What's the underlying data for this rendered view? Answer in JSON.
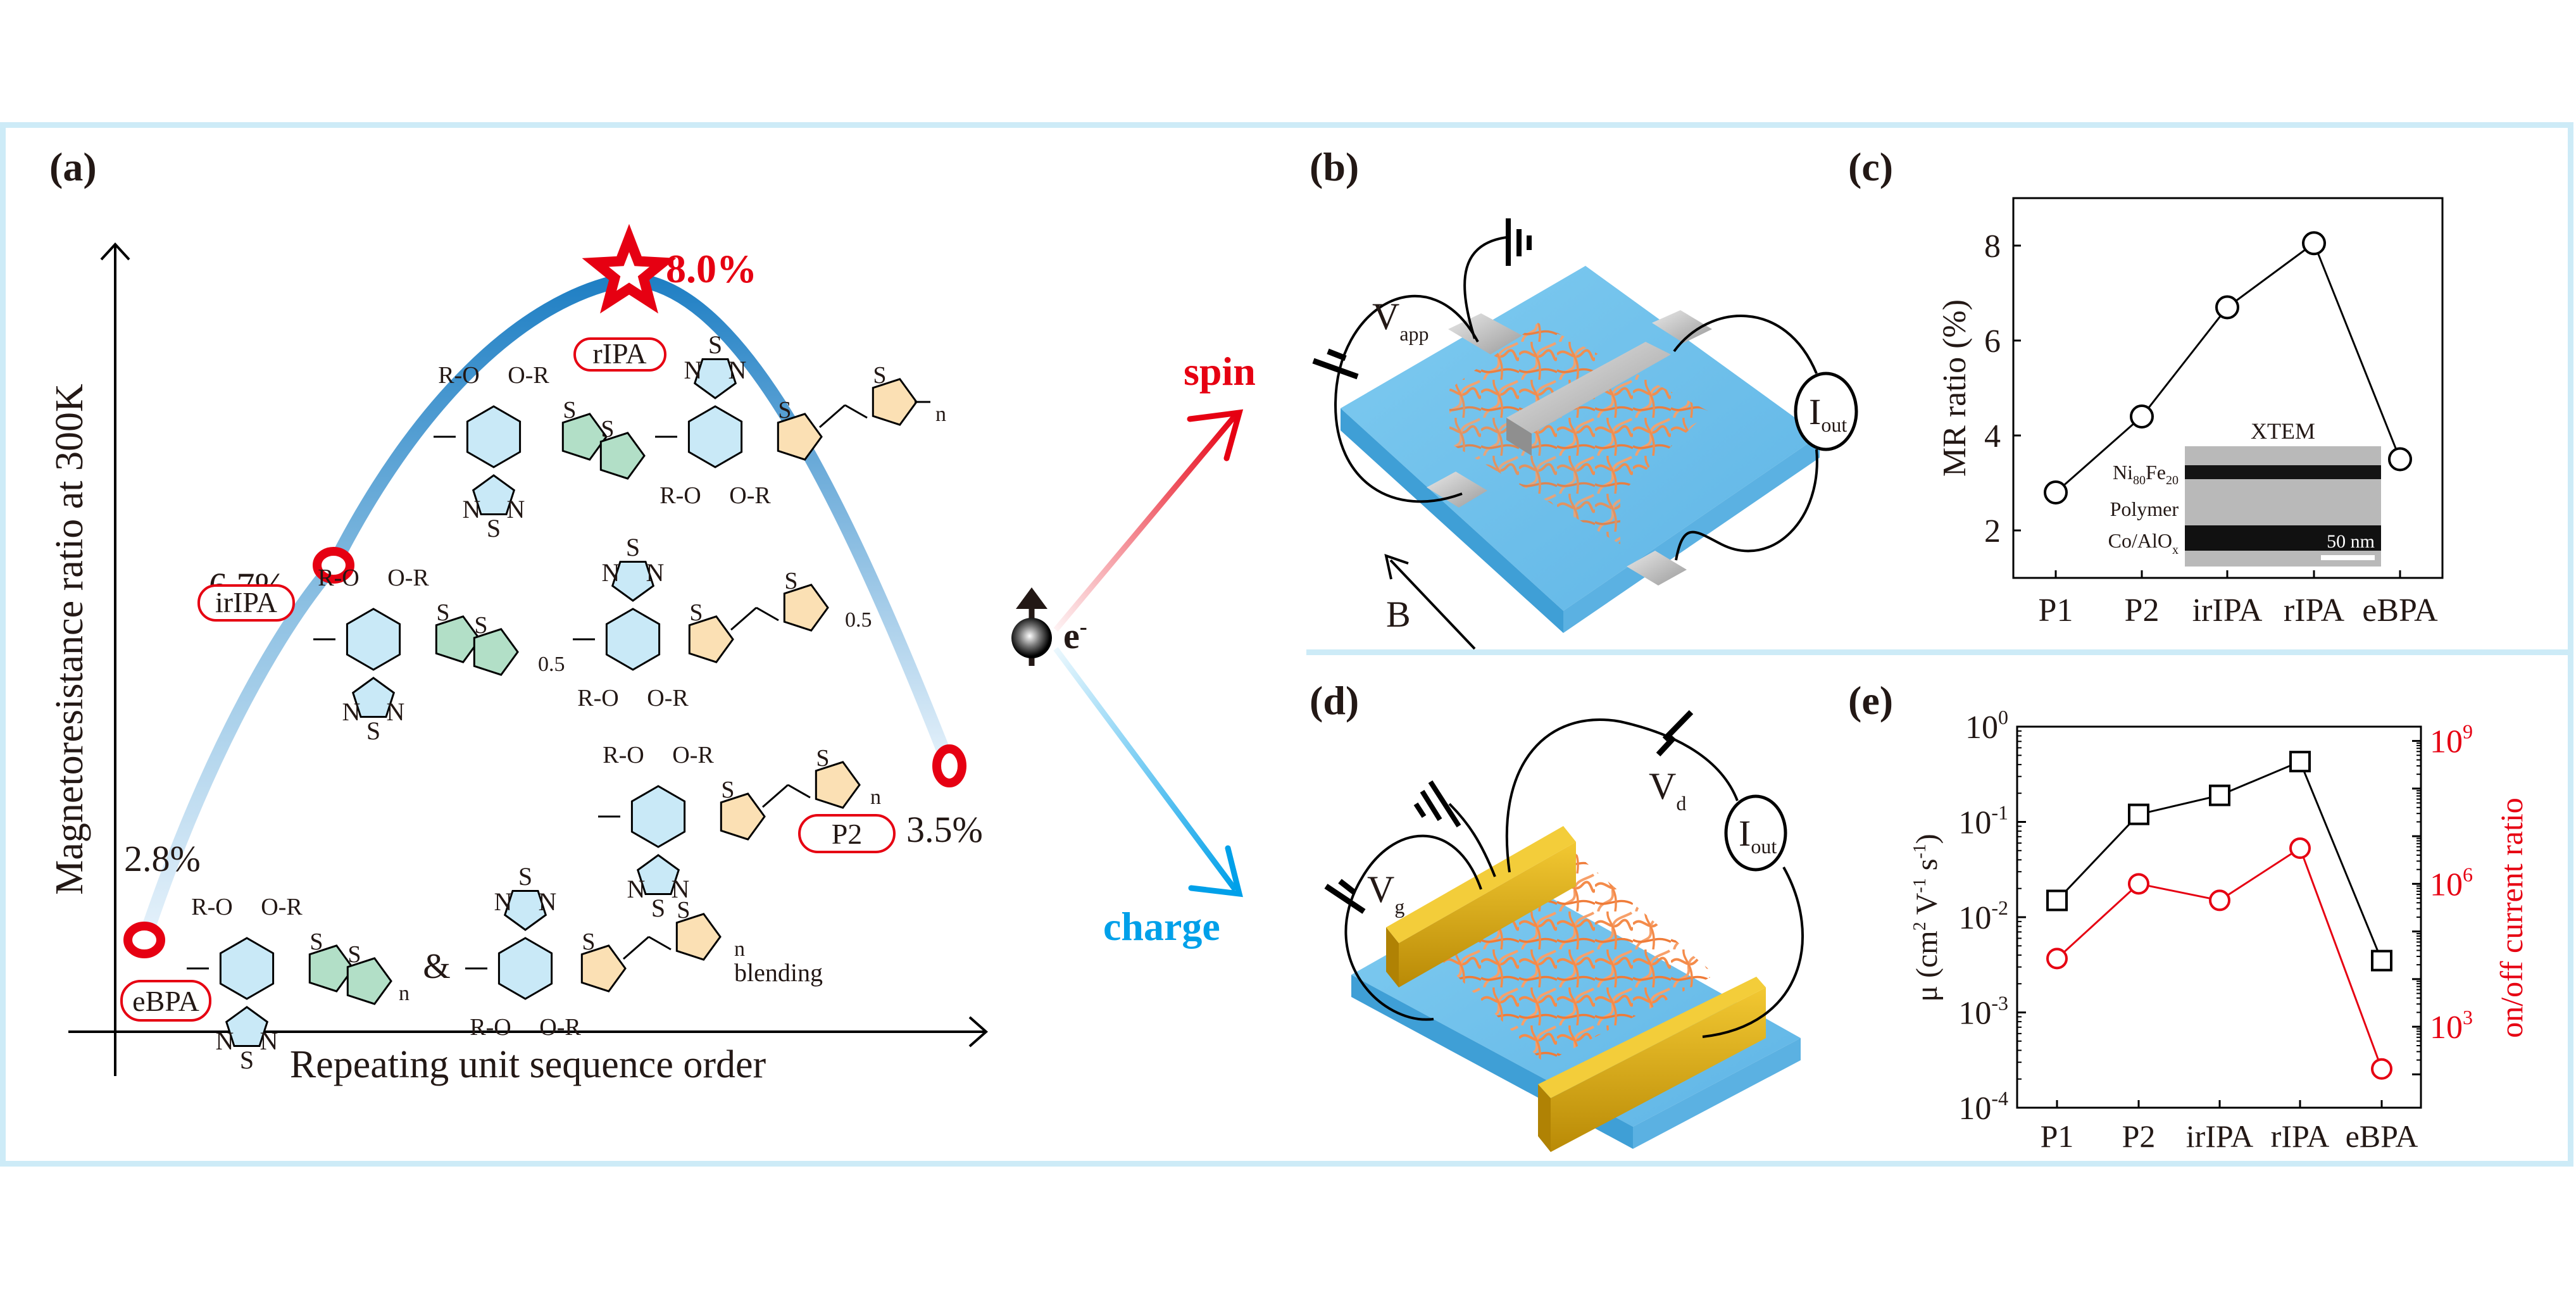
{
  "panel_labels": {
    "a": "(a)",
    "b": "(b)",
    "c": "(c)",
    "d": "(d)",
    "e": "(e)"
  },
  "colors": {
    "frame": "#cdebf7",
    "accent_red": "#e60012",
    "curve_blue": "#1f7fc4",
    "charge_blue": "#00a0e9",
    "ring_light_blue": "#c9e9f7",
    "ring_green": "#b2dfc7",
    "ring_orange": "#fbe0b4",
    "substrate_blue": "#6ec1ec",
    "polymer_orange": "#f48b4a",
    "electrode_gold": "#e3b413",
    "electrode_silver": "#c9c9c9"
  },
  "panel_a": {
    "ylabel": "Magnetoresistance ratio at 300K",
    "xlabel": "Repeating unit sequence order",
    "points": [
      {
        "name": "eBPA",
        "value_label": "2.8%",
        "marker": "circle"
      },
      {
        "name": "irIPA",
        "value_label": "6.7%",
        "marker": "circle"
      },
      {
        "name": "rIPA",
        "value_label": "8.0%",
        "marker": "star"
      },
      {
        "name": "P2",
        "value_label": "3.5%",
        "marker": "circle"
      }
    ],
    "structure_labels": {
      "ro": "R-O",
      "or": "O-R",
      "s": "S",
      "n": "N",
      "sub_n": "n",
      "sub_half": "0.5",
      "amp": "&",
      "blending": "blending"
    }
  },
  "middle": {
    "electron": "e",
    "electron_sup": "-",
    "spin": "spin",
    "charge": "charge"
  },
  "panel_b": {
    "v_label": "V",
    "v_sub": "app",
    "i_label": "I",
    "i_sub": "out",
    "b_label": "B"
  },
  "panel_d": {
    "vg_label": "V",
    "vg_sub": "g",
    "vd_label": "V",
    "vd_sub": "d",
    "i_label": "I",
    "i_sub": "out"
  },
  "chart_data": [
    {
      "id": "c",
      "type": "line",
      "categories": [
        "P1",
        "P2",
        "irIPA",
        "rIPA",
        "eBPA"
      ],
      "series": [
        {
          "name": "MR ratio",
          "values": [
            2.8,
            4.4,
            6.7,
            8.05,
            3.5
          ],
          "marker": "open-circle",
          "color": "#000000"
        }
      ],
      "ylabel": "MR ratio (%)",
      "xlabel": "",
      "ylim": [
        1,
        9
      ],
      "yticks": [
        2,
        4,
        6,
        8
      ],
      "grid": false,
      "inset": {
        "title": "XTEM",
        "layers": [
          {
            "label": "Ni",
            "sub1": "80",
            "label2": "Fe",
            "sub2": "20"
          },
          {
            "label": "Polymer"
          },
          {
            "label": "Co/AlO",
            "sub1": "x"
          }
        ],
        "scale_bar": "50 nm"
      }
    },
    {
      "id": "e",
      "type": "line",
      "categories": [
        "P1",
        "P2",
        "irIPA",
        "rIPA",
        "eBPA"
      ],
      "series": [
        {
          "name": "mobility",
          "axis": "left",
          "values": [
            0.015,
            0.12,
            0.19,
            0.43,
            0.0035
          ],
          "marker": "open-square",
          "color": "#000000"
        },
        {
          "name": "on/off current ratio",
          "axis": "right",
          "values": [
            27000,
            1000000,
            450000,
            5600000,
            130
          ],
          "marker": "open-circle",
          "color": "#e60012"
        }
      ],
      "ylabel": "μ (cm² V⁻¹ s⁻¹)",
      "ylabel_parts": {
        "mu": "μ (cm",
        "sup2": "2",
        "v": " V",
        "supm1": "-1",
        "s": " s",
        "supm1b": "-1",
        "close": ")"
      },
      "y2label": "on/off current ratio",
      "yscale": "log",
      "ylim": [
        0.0001,
        1
      ],
      "yticks": [
        {
          "base": "10",
          "exp": "0"
        },
        {
          "base": "10",
          "exp": "-1"
        },
        {
          "base": "10",
          "exp": "-2"
        },
        {
          "base": "10",
          "exp": "-3"
        },
        {
          "base": "10",
          "exp": "-4"
        }
      ],
      "y2scale": "log",
      "y2lim_log10": [
        1.3,
        9.3
      ],
      "y2ticks": [
        {
          "base": "10",
          "exp": "9",
          "log": 9
        },
        {
          "base": "10",
          "exp": "6",
          "log": 6
        },
        {
          "base": "10",
          "exp": "3",
          "log": 3
        }
      ],
      "grid": false
    }
  ]
}
